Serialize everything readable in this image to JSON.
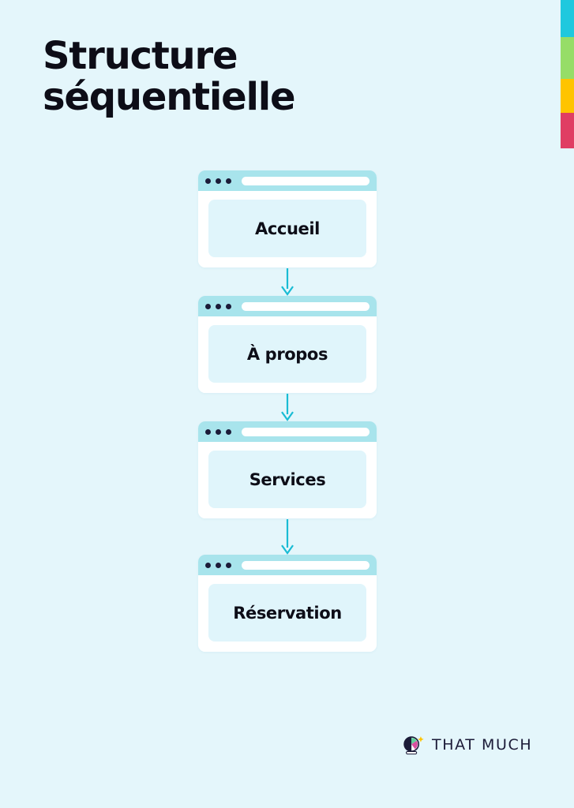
{
  "page": {
    "title_line1": "Structure",
    "title_line2": "séquentielle",
    "background_color": "#e4f6fb"
  },
  "color_strip": {
    "swatches": [
      {
        "name": "cyan",
        "color": "#1fc8de"
      },
      {
        "name": "green",
        "color": "#96dd67"
      },
      {
        "name": "yellow",
        "color": "#ffc400"
      },
      {
        "name": "pink",
        "color": "#e03e63"
      }
    ]
  },
  "flow": {
    "arrow_color": "#19bcd4",
    "cards": [
      {
        "label": "Accueil",
        "titlebar_dots": 3
      },
      {
        "label": "À propos",
        "titlebar_dots": 3
      },
      {
        "label": "Services",
        "titlebar_dots": 3
      },
      {
        "label": "Réservation",
        "titlebar_dots": 3
      }
    ]
  },
  "brand": {
    "name": "THAT MUCH",
    "mark_icon": "crystal-ball-icon",
    "sparkle_icon": "sparkle-icon",
    "mark_color": "#1b1b38",
    "sparkle_color": "#ffc400"
  }
}
